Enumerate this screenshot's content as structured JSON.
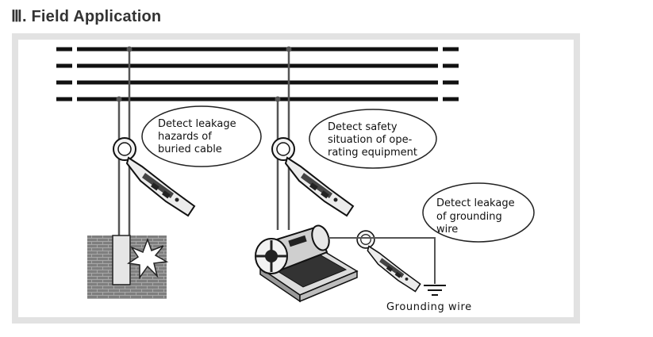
{
  "heading": {
    "numeral": "Ⅲ",
    "text": ". Field Application"
  },
  "callouts": {
    "cable": [
      "Detect leakage",
      "hazards of",
      "buried cable"
    ],
    "equipment": [
      "Detect safety",
      "situation of ope-",
      "rating equipment"
    ],
    "grounding": [
      "Detect leakage",
      "of grounding",
      "wire"
    ]
  },
  "ground_label": "Grounding wire",
  "icons": [
    "clamp-meter-icon",
    "ground-symbol-icon",
    "spark-icon",
    "transformer-icon"
  ]
}
